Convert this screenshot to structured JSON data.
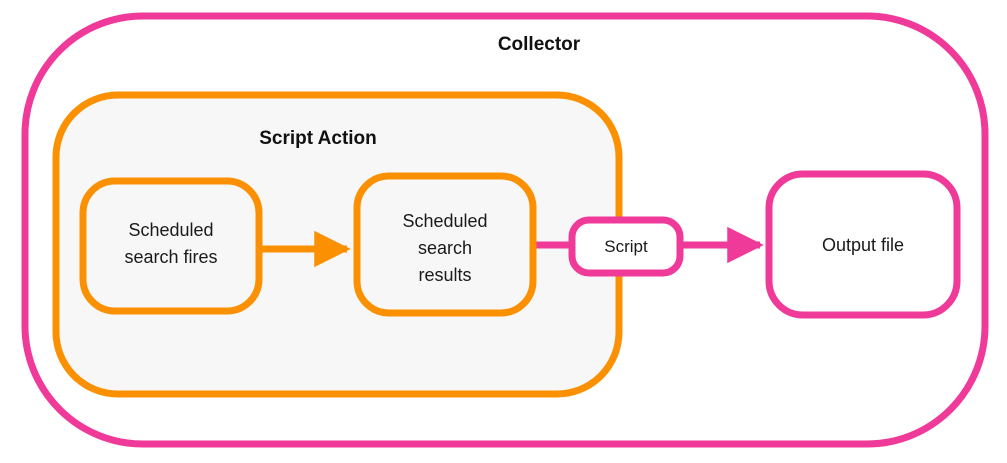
{
  "diagram": {
    "type": "flowchart",
    "title_text": "Collector",
    "colors": {
      "pink": "#ef3a9a",
      "orange": "#fb9102",
      "panel_fill": "#f7f7f7",
      "node_fill": "#ffffff",
      "text": "#1a1a1a",
      "background": "#ffffff"
    },
    "containers": [
      {
        "id": "collector",
        "label": "Collector",
        "color": "#ef3a9a",
        "fill": "#ffffff"
      },
      {
        "id": "script-action",
        "label": "Script Action",
        "color": "#fb9102",
        "fill": "#f7f7f7"
      }
    ],
    "nodes": [
      {
        "id": "scheduled-search-fires",
        "lines": [
          "Scheduled",
          "search fires"
        ],
        "color": "#fb9102",
        "fill": "#f7f7f7"
      },
      {
        "id": "scheduled-search-results",
        "lines": [
          "Scheduled",
          "search",
          "results"
        ],
        "color": "#fb9102",
        "fill": "#f7f7f7"
      },
      {
        "id": "script",
        "lines": [
          "Script"
        ],
        "color": "#ef3a9a",
        "fill": "#ffffff"
      },
      {
        "id": "output-file",
        "lines": [
          "Output file"
        ],
        "color": "#ef3a9a",
        "fill": "#ffffff"
      }
    ],
    "edges": [
      {
        "id": "fires-to-results",
        "from": "scheduled-search-fires",
        "to": "scheduled-search-results",
        "color": "#fb9102",
        "arrow": true
      },
      {
        "id": "results-to-script",
        "from": "scheduled-search-results",
        "to": "script",
        "color": "#ef3a9a",
        "arrow": false
      },
      {
        "id": "script-to-output",
        "from": "script",
        "to": "output-file",
        "color": "#ef3a9a",
        "arrow": true
      }
    ]
  },
  "labels": {
    "collector": "Collector",
    "script_action": "Script Action",
    "fires_line1": "Scheduled",
    "fires_line2": "search fires",
    "results_line1": "Scheduled",
    "results_line2": "search",
    "results_line3": "results",
    "script": "Script",
    "output_file": "Output file"
  }
}
